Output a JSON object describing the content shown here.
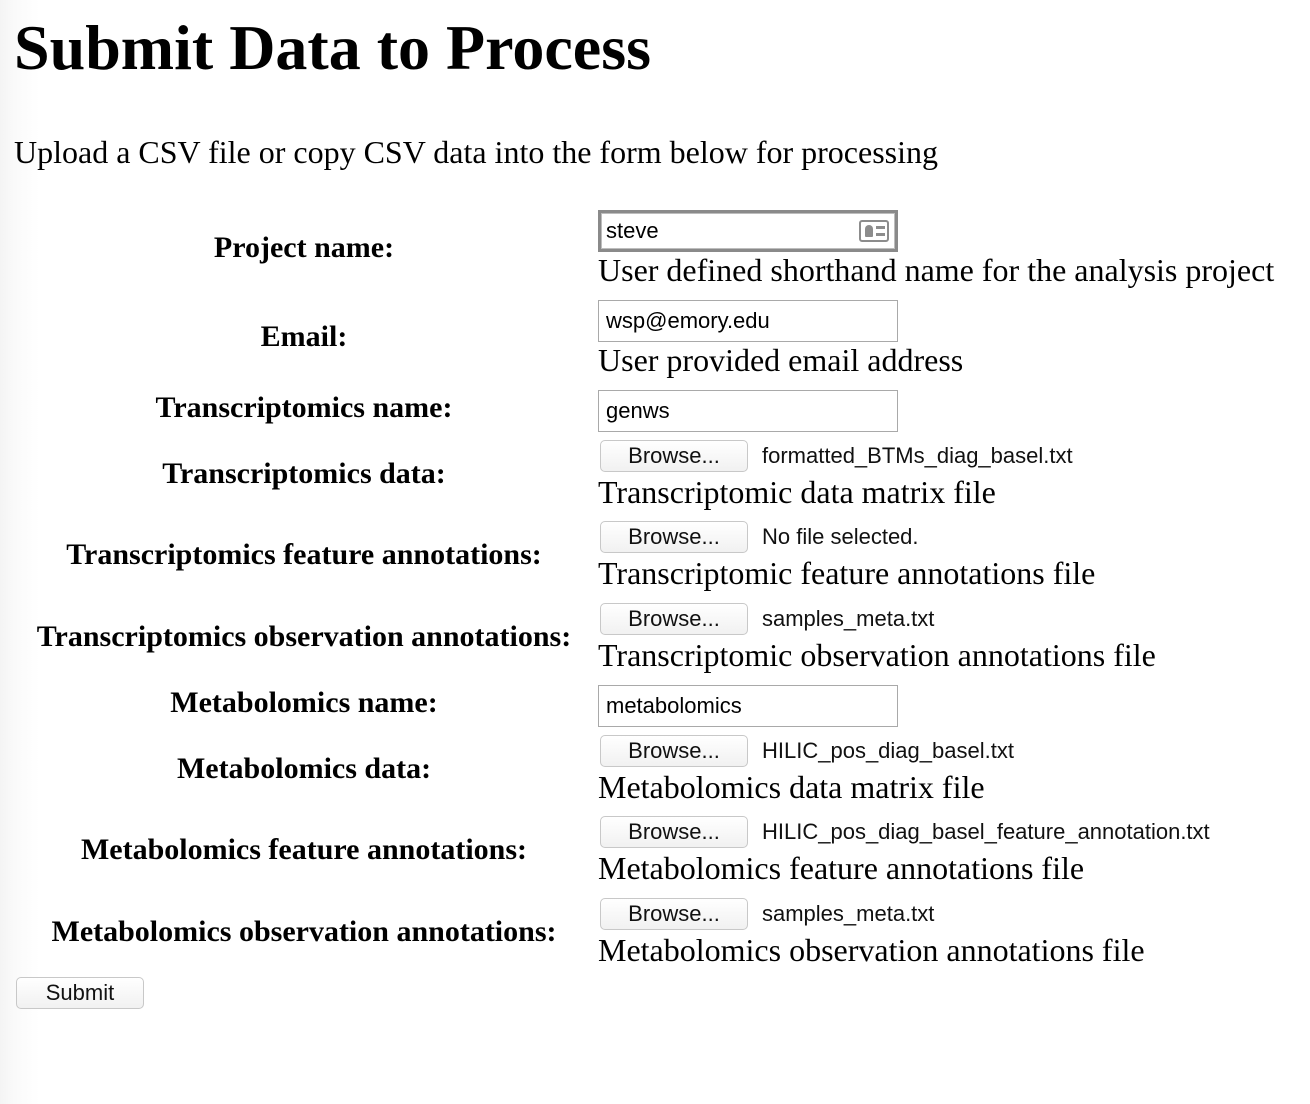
{
  "page": {
    "title": "Submit Data to Process",
    "intro": "Upload a CSV file or copy CSV data into the form below for processing"
  },
  "form": {
    "browse_label": "Browse...",
    "submit_label": "Submit",
    "project_name": {
      "label": "Project name:",
      "value": "steve",
      "help": "User defined shorthand name for the analysis project",
      "icon": "contact-card-icon"
    },
    "email": {
      "label": "Email:",
      "value": "wsp@emory.edu",
      "help": "User provided email address"
    },
    "transcriptomics_name": {
      "label": "Transcriptomics name:",
      "value": "genws"
    },
    "transcriptomics_data": {
      "label": "Transcriptomics data:",
      "file": "formatted_BTMs_diag_basel.txt",
      "help": "Transcriptomic data matrix file"
    },
    "transcriptomics_feature_annotations": {
      "label": "Transcriptomics feature annotations:",
      "file": "No file selected.",
      "help": "Transcriptomic feature annotations file"
    },
    "transcriptomics_observation_annotations": {
      "label": "Transcriptomics observation annotations:",
      "file": "samples_meta.txt",
      "help": "Transcriptomic observation annotations file"
    },
    "metabolomics_name": {
      "label": "Metabolomics name:",
      "value": "metabolomics"
    },
    "metabolomics_data": {
      "label": "Metabolomics data:",
      "file": "HILIC_pos_diag_basel.txt",
      "help": "Metabolomics data matrix file"
    },
    "metabolomics_feature_annotations": {
      "label": "Metabolomics feature annotations:",
      "file": "HILIC_pos_diag_basel_feature_annotation.txt",
      "help": "Metabolomics feature annotations file"
    },
    "metabolomics_observation_annotations": {
      "label": "Metabolomics observation annotations:",
      "file": "samples_meta.txt",
      "help": "Metabolomics observation annotations file"
    }
  }
}
